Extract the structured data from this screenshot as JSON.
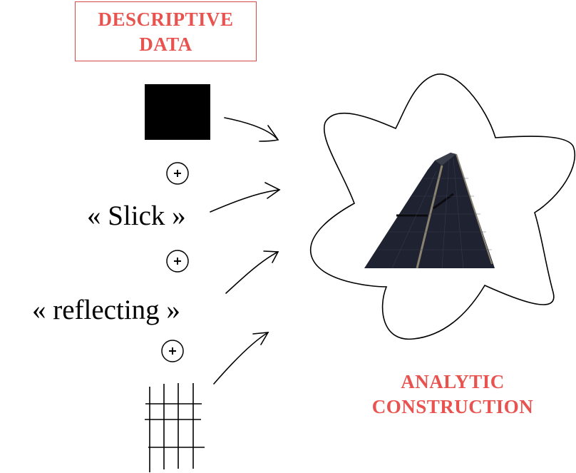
{
  "title_box": {
    "line1": "DESCRIPTIVE",
    "line2": "DATA"
  },
  "terms": {
    "slick": "« Slick »",
    "reflecting": "« reflecting »"
  },
  "plus_symbol": "+",
  "result": {
    "line1": "ANALYTIC",
    "line2": "CONSTRUCTION"
  },
  "colors": {
    "accent": "#e8534f"
  }
}
